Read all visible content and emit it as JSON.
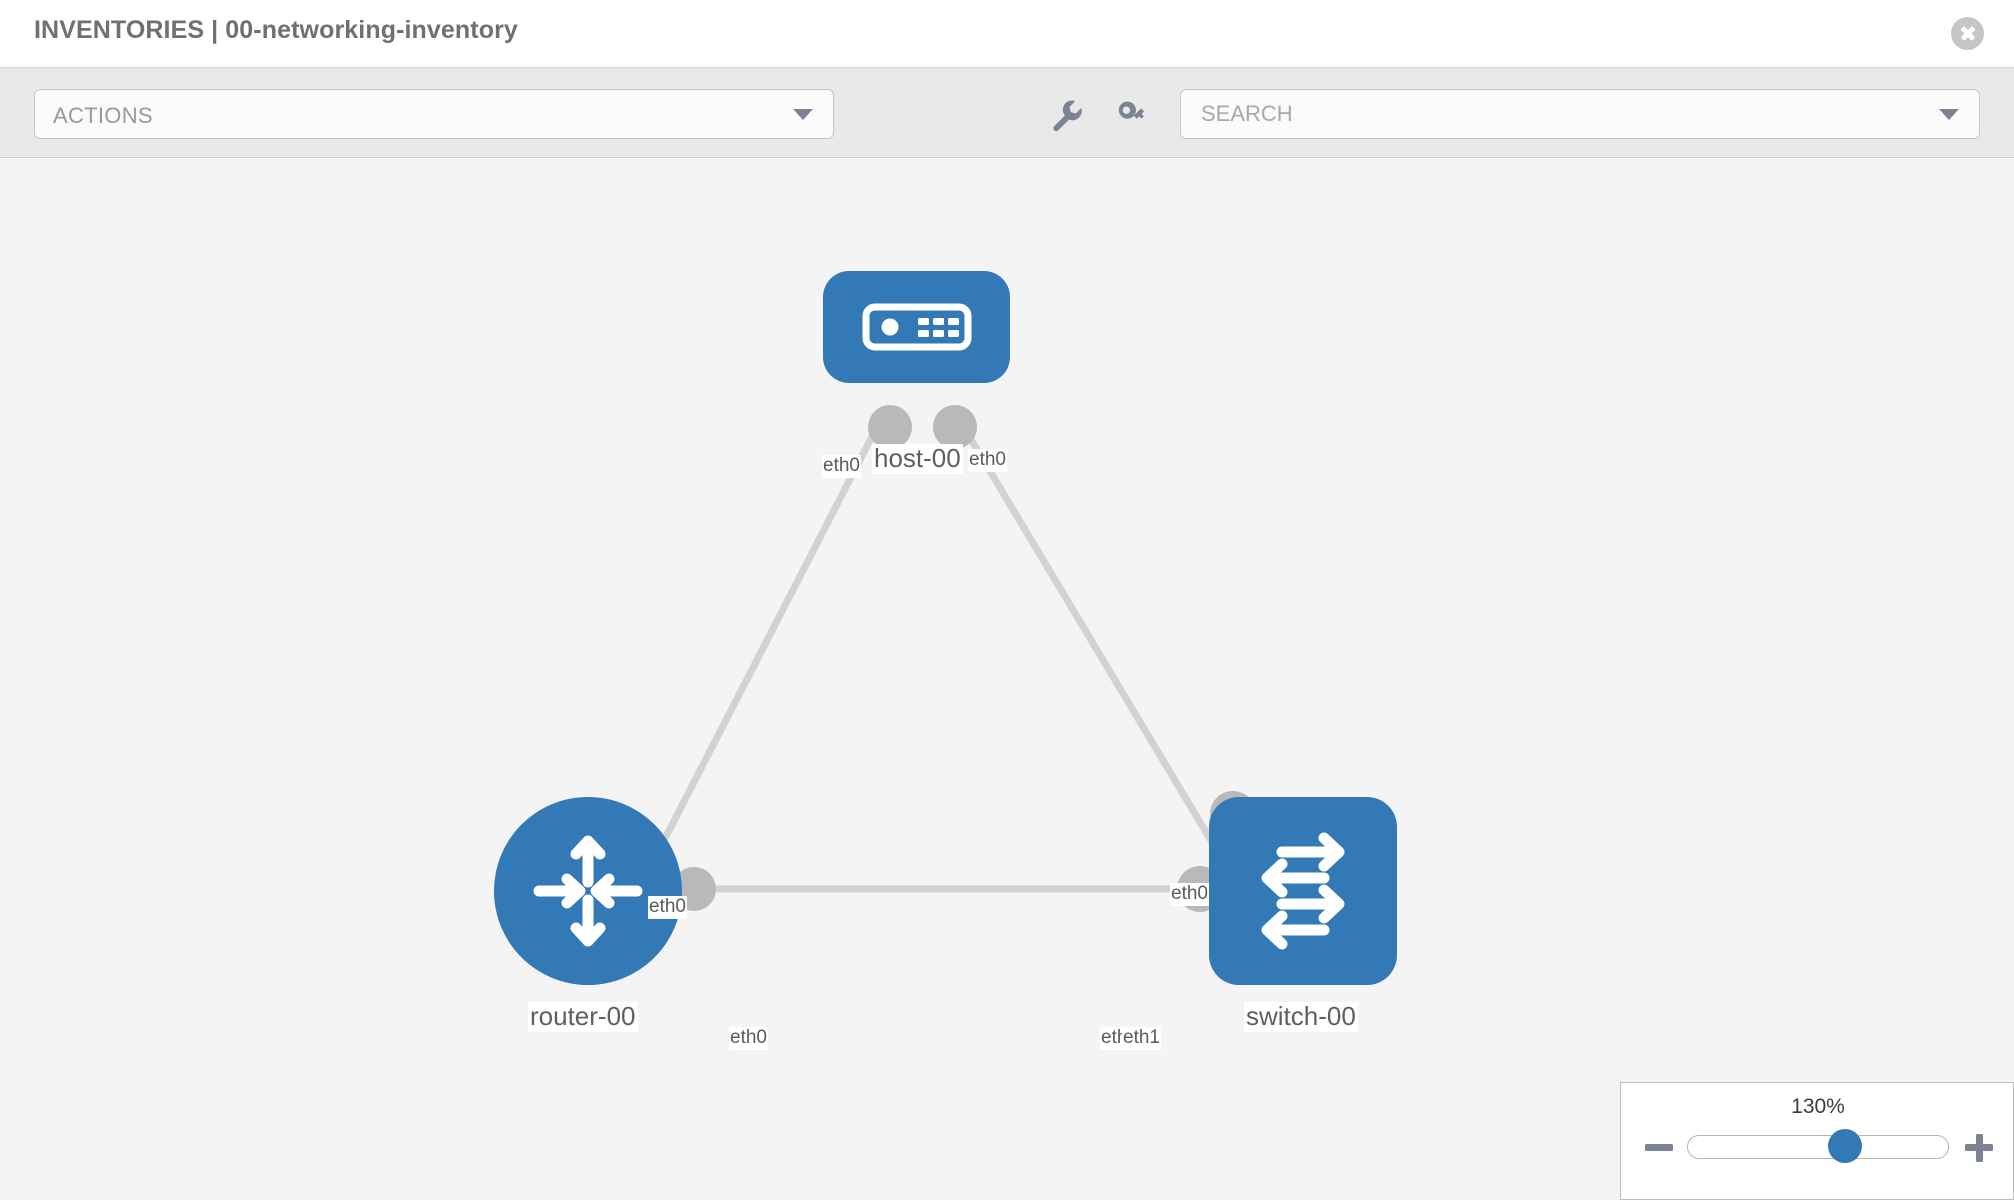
{
  "header": {
    "title": "INVENTORIES | 00-networking-inventory",
    "close_icon": "close-circle-icon"
  },
  "toolbar": {
    "actions_dropdown": {
      "selected_label": "ACTIONS",
      "caret_icon": "chevron-down-icon"
    },
    "wrench_icon": "wrench-icon",
    "key_icon": "key-icon",
    "search": {
      "placeholder": "SEARCH",
      "value": "",
      "caret_icon": "chevron-down-icon"
    }
  },
  "topology": {
    "nodes": [
      {
        "id": "host-00",
        "label": "host-00",
        "type": "host",
        "icon": "server-icon",
        "shape": "rounded-rect",
        "color": "#3279b5"
      },
      {
        "id": "router-00",
        "label": "router-00",
        "type": "router",
        "icon": "router-arrows-icon",
        "shape": "circle",
        "color": "#3279b5"
      },
      {
        "id": "switch-00",
        "label": "switch-00",
        "type": "switch",
        "icon": "switch-arrows-icon",
        "shape": "rounded-square",
        "color": "#3279b5"
      }
    ],
    "links": [
      {
        "from": "host-00",
        "to": "router-00",
        "from_interface": "eth0",
        "to_interface": "eth0"
      },
      {
        "from": "host-00",
        "to": "switch-00",
        "from_interface": "eth0",
        "to_interface": "eth0"
      },
      {
        "from": "router-00",
        "to": "switch-00",
        "from_interface": "eth0",
        "to_interface": "eth1"
      }
    ],
    "edge_labels": {
      "host_left": "eth0",
      "host_right": "eth0",
      "router_up": "eth0",
      "switch_up": "eth0",
      "router_right": "eth0",
      "switch_left_hidden": "eth0",
      "switch_left": "eth1"
    },
    "link_color": "#d2d2d2",
    "port_color": "#b9b9b9"
  },
  "zoom_control": {
    "value_label": "130%",
    "minus_label": "minus-icon",
    "plus_label": "plus-icon",
    "slider_percent": 62
  }
}
